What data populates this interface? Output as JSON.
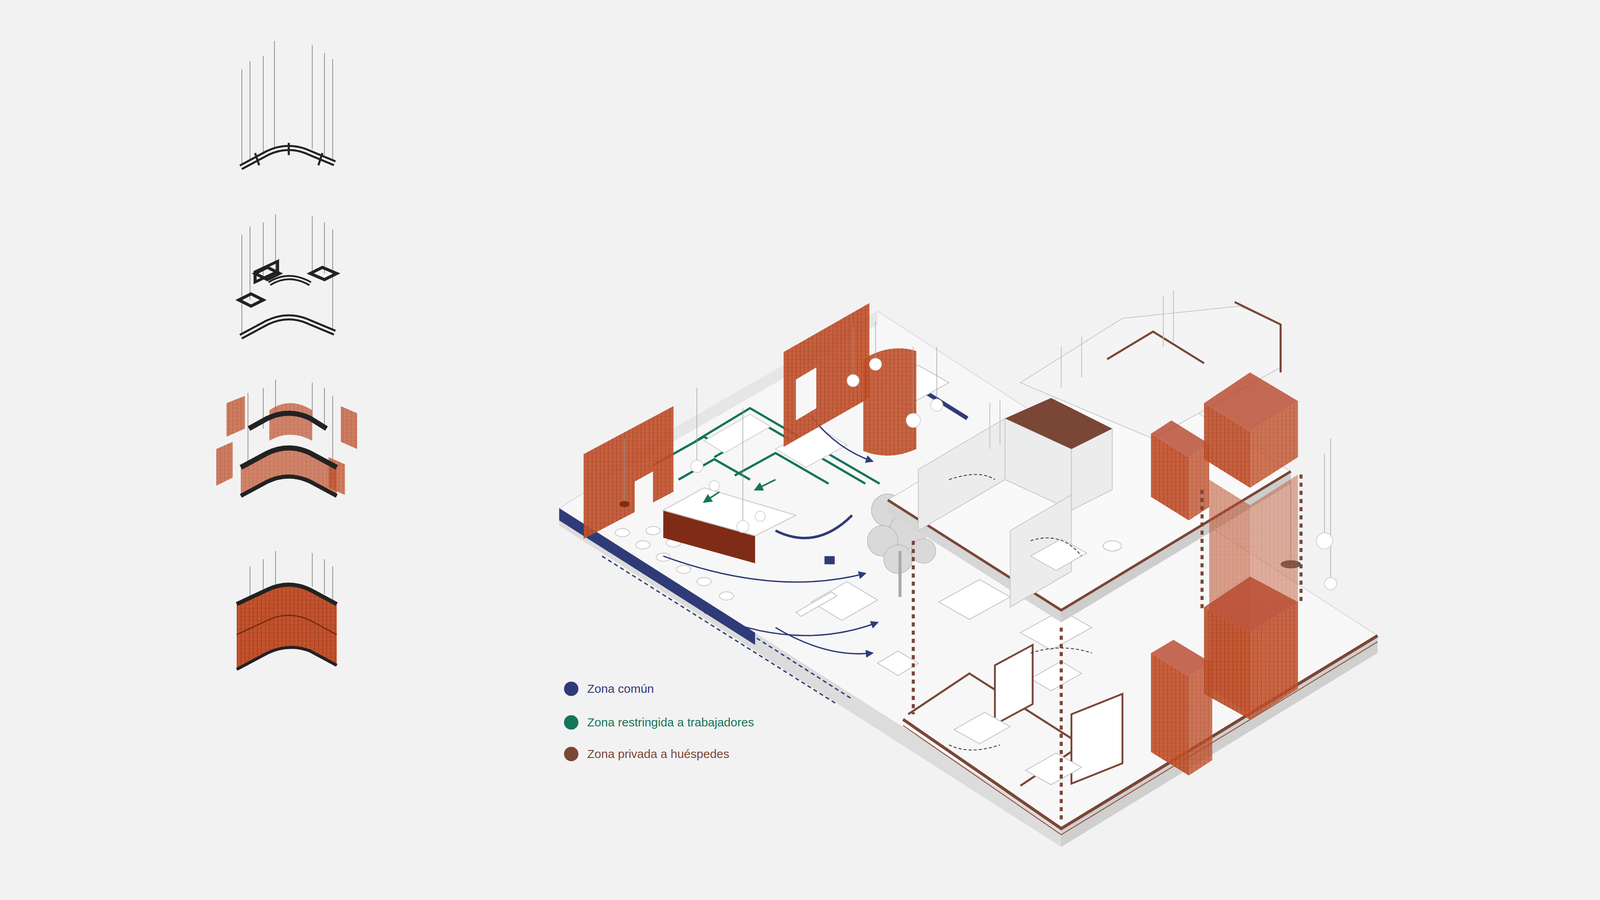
{
  "diagram": {
    "legend": [
      {
        "text": "Zona común",
        "color": "#2f3b78"
      },
      {
        "text": "Zona restringida a trabajadores",
        "color": "#16745a"
      },
      {
        "text": "Zona privada a huéspedes",
        "color": "#7a4636"
      }
    ]
  }
}
